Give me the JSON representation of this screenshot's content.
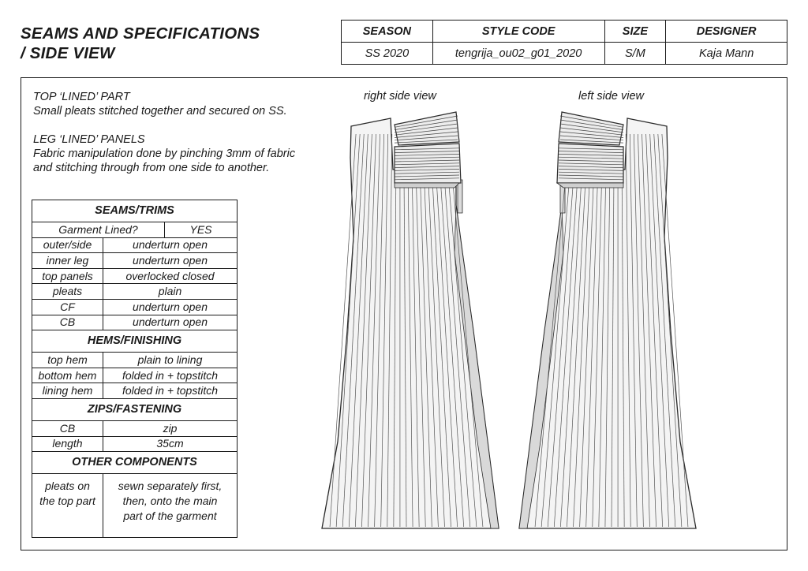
{
  "title": {
    "line1": "SEAMS AND SPECIFICATIONS",
    "line2": "/ SIDE VIEW"
  },
  "header": {
    "labels": {
      "season": "SEASON",
      "style_code": "STYLE CODE",
      "size": "SIZE",
      "designer": "DESIGNER"
    },
    "values": {
      "season": "SS 2020",
      "style_code": "tengrija_ou02_g01_2020",
      "size": "S/M",
      "designer": "Kaja Mann"
    }
  },
  "notes": {
    "top_title": "TOP ‘LINED’ PART",
    "top_text": "Small pleats stitched together and secured on SS.",
    "leg_title": "LEG ‘LINED’ PANELS",
    "leg_text1": "Fabric manipulation done by pinching 3mm of fabric",
    "leg_text2": "and stitching through from one side to another."
  },
  "spec": {
    "seams_title": "SEAMS/TRIMS",
    "lined_label": "Garment Lined?",
    "lined_value": "YES",
    "seams": [
      {
        "k": "outer/side",
        "v": "underturn open"
      },
      {
        "k": "inner leg",
        "v": "underturn open"
      },
      {
        "k": "top panels",
        "v": "overlocked closed"
      },
      {
        "k": "pleats",
        "v": "plain"
      },
      {
        "k": "CF",
        "v": "underturn open"
      },
      {
        "k": "CB",
        "v": "underturn open"
      }
    ],
    "hems_title": "HEMS/FINISHING",
    "hems": [
      {
        "k": "top hem",
        "v": "plain to lining"
      },
      {
        "k": "bottom hem",
        "v": "folded in + topstitch"
      },
      {
        "k": "lining hem",
        "v": "folded in + topstitch"
      }
    ],
    "zips_title": "ZIPS/FASTENING",
    "zips": [
      {
        "k": "CB",
        "v": "zip"
      },
      {
        "k": "length",
        "v": "35cm"
      }
    ],
    "other_title": "OTHER COMPONENTS",
    "other": {
      "k1": "pleats on",
      "k2": "the top part",
      "v1": "sewn separately first,",
      "v2": "then, onto the main",
      "v3": "part of the garment"
    }
  },
  "views": {
    "right": "right side view",
    "left": "left side view"
  }
}
